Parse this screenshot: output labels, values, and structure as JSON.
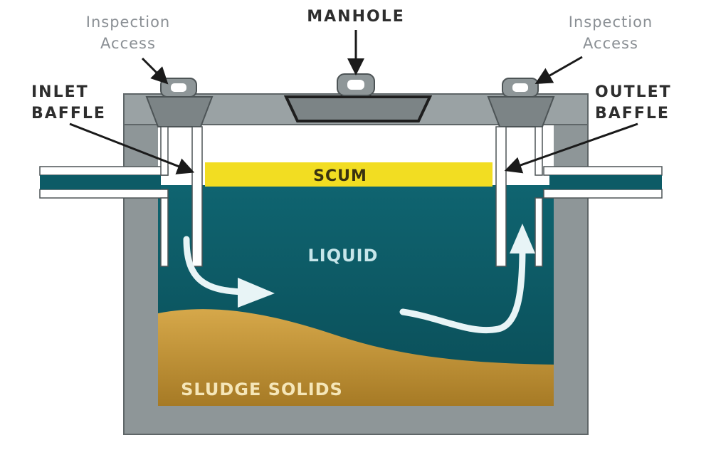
{
  "labels": {
    "manhole": "MANHOLE",
    "inspection_left_line1": "Inspection",
    "inspection_left_line2": "Access",
    "inspection_right_line1": "Inspection",
    "inspection_right_line2": "Access",
    "inlet_line1": "INLET",
    "inlet_line2": "BAFFLE",
    "outlet_line1": "OUTLET",
    "outlet_line2": "BAFFLE",
    "scum": "SCUM",
    "liquid": "LIQUID",
    "sludge": "SLUDGE SOLIDS"
  },
  "colors": {
    "tank_wall": "#8e9698",
    "tank_wall_dark": "#6f7779",
    "liquid": "#0d5b66",
    "scum": "#f2dd22",
    "sludge": "#c89a3c",
    "pipe": "#ffffff",
    "flow_arrow": "#e8f4f6",
    "liquid_label": "#c7e6ea",
    "sludge_label": "#f5e6b8",
    "scum_label": "#3a3210"
  }
}
